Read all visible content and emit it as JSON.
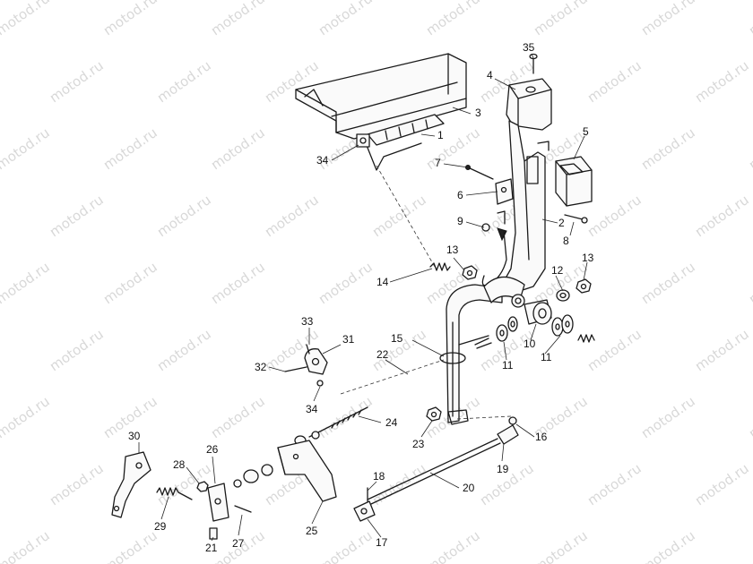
{
  "watermark": "motod.ru",
  "callouts": [
    "35",
    "4",
    "5",
    "3",
    "1",
    "34",
    "7",
    "6",
    "2",
    "9",
    "8",
    "13",
    "12",
    "13",
    "14",
    "15",
    "22",
    "11",
    "10",
    "11",
    "33",
    "31",
    "32",
    "34",
    "24",
    "23",
    "16",
    "19",
    "20",
    "30",
    "28",
    "26",
    "18",
    "25",
    "29",
    "21",
    "27",
    "17"
  ]
}
